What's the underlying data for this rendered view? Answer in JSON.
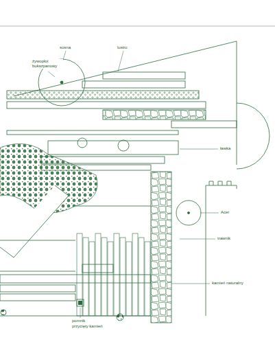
{
  "diagram": {
    "labels": [
      "sosna",
      "lustro",
      "żywopłot bukszpanowy",
      "ławka",
      "Acer",
      "trawnik",
      "kamień naturalny",
      "pomnik",
      "przycięty kamień"
    ]
  }
}
